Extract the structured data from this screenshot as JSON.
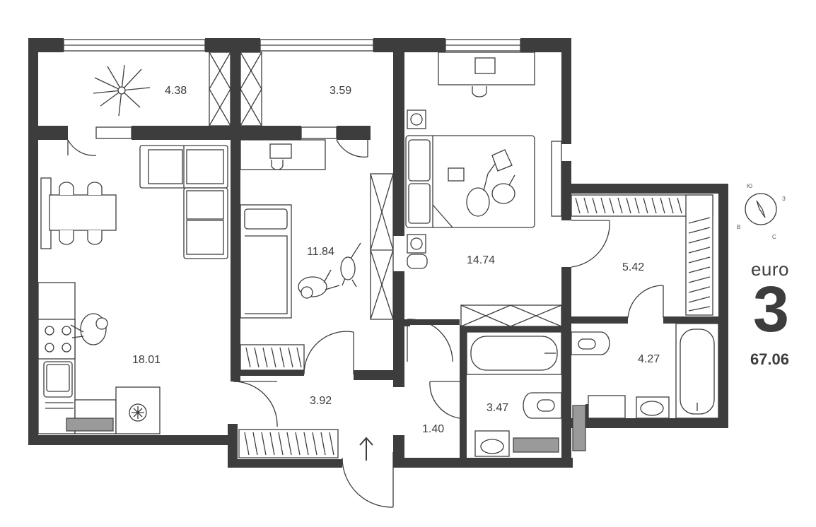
{
  "rooms": [
    {
      "id": "balcony-left",
      "area": "4.38"
    },
    {
      "id": "balcony-right",
      "area": "3.59"
    },
    {
      "id": "kitchen-living",
      "area": "18.01"
    },
    {
      "id": "bedroom-small",
      "area": "11.84"
    },
    {
      "id": "bedroom-large",
      "area": "14.74"
    },
    {
      "id": "wardrobe",
      "area": "5.42"
    },
    {
      "id": "bathroom-right",
      "area": "4.27"
    },
    {
      "id": "bathroom-left",
      "area": "3.47"
    },
    {
      "id": "hallway",
      "area": "3.92"
    },
    {
      "id": "corridor",
      "area": "1.40"
    }
  ],
  "apartment": {
    "type_label": "euro",
    "rooms_count": "3",
    "total_area": "67.06"
  },
  "compass": {
    "north": "Ю",
    "east": "З",
    "south": "С",
    "west": "В"
  }
}
